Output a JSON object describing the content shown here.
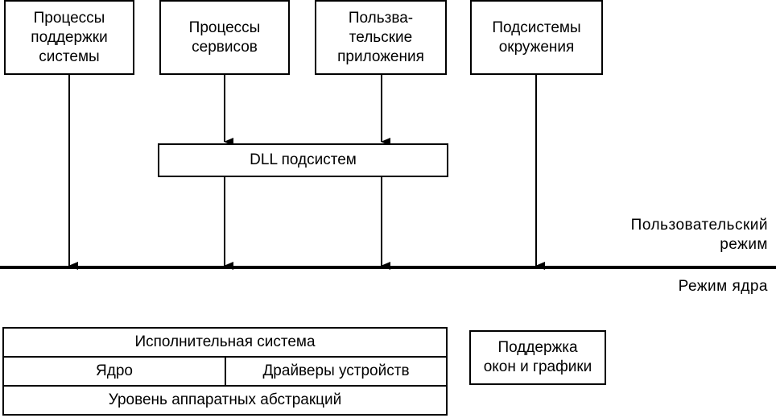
{
  "boxes": {
    "system_support": "Процессы\nподдержки\nсистемы",
    "services": "Процессы\nсервисов",
    "user_apps": "Пользва-\nтельские\nприложения",
    "environment_subsystems": "Подсистемы\nокружения",
    "subsystem_dlls": "DLL подсистем"
  },
  "modes": {
    "user_mode": "Пользовательский\nрежим",
    "kernel_mode": "Режим ядра"
  },
  "kernel": {
    "executive": "Исполнительная система",
    "kernel": "Ядро",
    "device_drivers": "Драйверы устройств",
    "hal": "Уровень аппаратных абстракций",
    "windowing_graphics": "Поддержка\nокон и графики"
  }
}
